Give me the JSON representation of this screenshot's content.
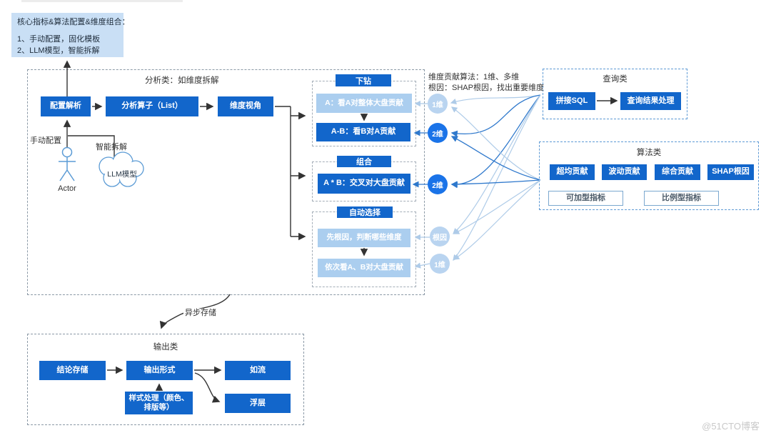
{
  "page": {
    "watermark": "@51CTO博客"
  },
  "note": {
    "title": "核心指标&算法配置&维度组合：",
    "item1": "1、手动配置，固化模板",
    "item2": "2、LLM模型，智能拆解"
  },
  "analysis": {
    "title": "分析类：如维度拆解",
    "config_parse": "配置解析",
    "operator_list": "分析算子（List）",
    "dimension_view": "维度视角",
    "manual_config": "手动配置",
    "smart_split": "智能拆解",
    "actor_label": "Actor",
    "llm_label": "LLM模型",
    "drill": {
      "title": "下钻",
      "step1": "A：看A对整体大盘贡献",
      "step2": "A-B：看B对A贡献"
    },
    "combine": {
      "title": "组合",
      "step1": "A * B：交叉对大盘贡献"
    },
    "auto": {
      "title": "自动选择",
      "step1": "先根因，判断哪些维度",
      "step2": "依次看A、B对大盘贡献"
    }
  },
  "annotation": {
    "line1": "维度贡献算法：1维、多维",
    "line2": "根因：SHAP根因，找出重要维度"
  },
  "circles": {
    "c1": "1维",
    "c2": "2维",
    "c3": "2维",
    "c4": "根因",
    "c5": "1维"
  },
  "query": {
    "title": "查询类",
    "sql": "拼接SQL",
    "result": "查询结果处理"
  },
  "algo": {
    "title": "算法类",
    "b1": "超均贡献",
    "b2": "波动贡献",
    "b3": "综合贡献",
    "b4": "SHAP根因",
    "o1": "可加型指标",
    "o2": "比例型指标"
  },
  "output": {
    "title": "输出类",
    "async_label": "异步存储",
    "store": "结论存储",
    "format": "输出形式",
    "ruliu": "如流",
    "style": "样式处理（颜色、排版等）",
    "overlay": "浮层"
  },
  "colors": {
    "dark_blue": "#1266cb",
    "light_blue": "#abceef",
    "circle_dark": "#1a73e8",
    "circle_light": "#b9d4f0",
    "note_bg": "#c9dff5"
  }
}
